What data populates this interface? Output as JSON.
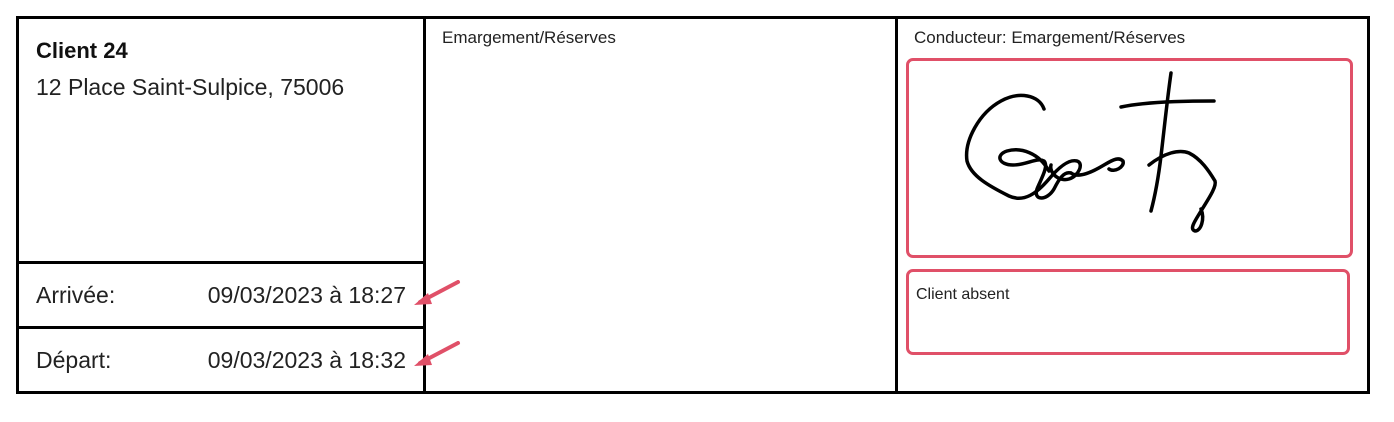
{
  "client": {
    "name": "Client 24",
    "address": "12 Place Saint-Sulpice, 75006"
  },
  "arrival": {
    "label": "Arrivée:",
    "value": "09/03/2023 à 18:27"
  },
  "departure": {
    "label": "Départ:",
    "value": "09/03/2023 à 18:32"
  },
  "client_signature": {
    "title": "Emargement/Réserves"
  },
  "driver_signature": {
    "title": "Conducteur: Emargement/Réserves"
  },
  "reserves": {
    "text": "Client absent"
  },
  "colors": {
    "highlight": "#e05068",
    "border": "#000000"
  },
  "icons": {
    "annotation": "arrow-icon",
    "signature": "handwritten-signature"
  }
}
